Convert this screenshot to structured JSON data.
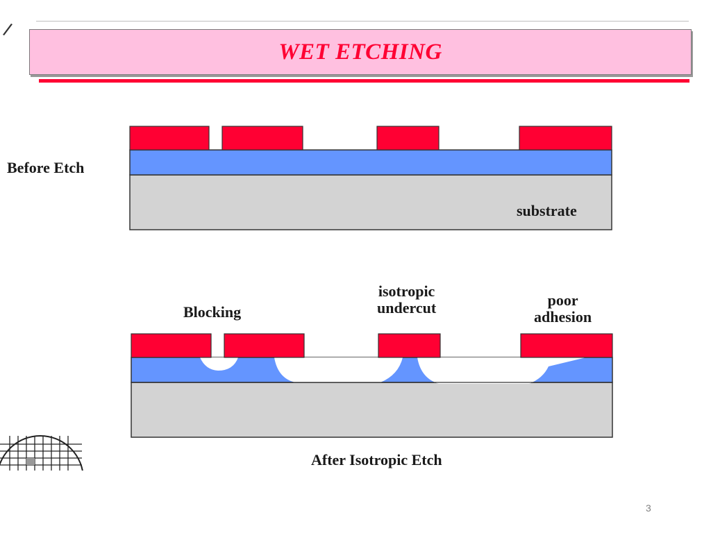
{
  "slide": {
    "title": "WET ETCHING",
    "page_number": "3"
  },
  "diagram": {
    "before": {
      "label": "Before Etch",
      "substrate_label": "substrate"
    },
    "after": {
      "label": "After Isotropic Etch",
      "annotations": {
        "blocking": "Blocking",
        "isotropic_1": "isotropic",
        "isotropic_2": "undercut",
        "poor_1": "poor",
        "poor_2": "adhesion"
      }
    },
    "colors": {
      "mask": "#ff0033",
      "film": "#6495ff",
      "substrate": "#d3d3d3",
      "title_band": "#ffc0e0",
      "title_text": "#ff0033"
    }
  }
}
